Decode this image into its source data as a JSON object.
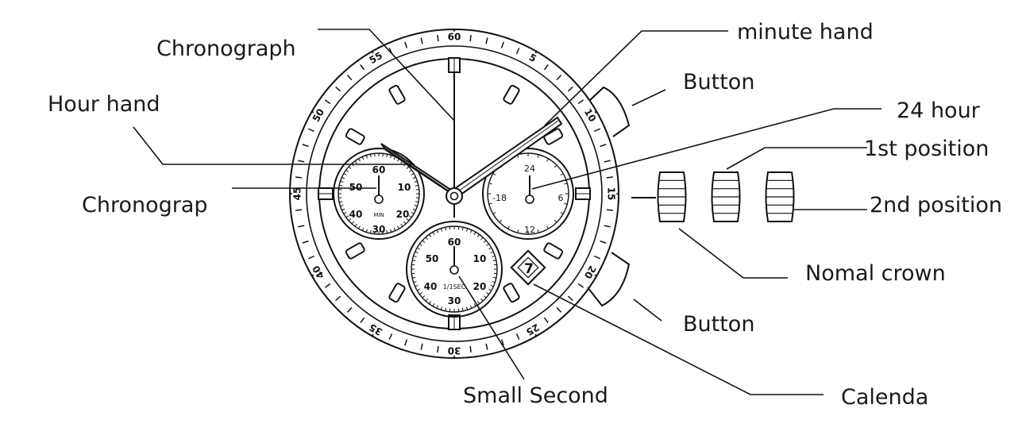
{
  "callouts": {
    "chronograph": "Chronograph",
    "hour_hand": "Hour hand",
    "chronograp": "Chronograp",
    "small_second": "Small Second",
    "minute_hand": "minute hand",
    "button_top": "Button",
    "hour24": "24 hour",
    "first_position": "1st position",
    "second_position": "2nd position",
    "normal_crown": "Nomal crown",
    "button_bottom": "Button",
    "calenda": "Calenda"
  },
  "bezel_numbers": [
    "60",
    "5",
    "10",
    "15",
    "20",
    "25",
    "30",
    "35",
    "40",
    "45",
    "50",
    "55"
  ],
  "left_subdial": {
    "numbers": [
      "60",
      "10",
      "20",
      "30",
      "40",
      "50"
    ],
    "label": "MIN"
  },
  "right_subdial": {
    "numbers": [
      "24",
      "6",
      "12",
      "-18"
    ]
  },
  "bottom_subdial": {
    "numbers": [
      "60",
      "10",
      "20",
      "30",
      "40",
      "50"
    ],
    "label": "1/1SEC"
  },
  "date_window": "7"
}
